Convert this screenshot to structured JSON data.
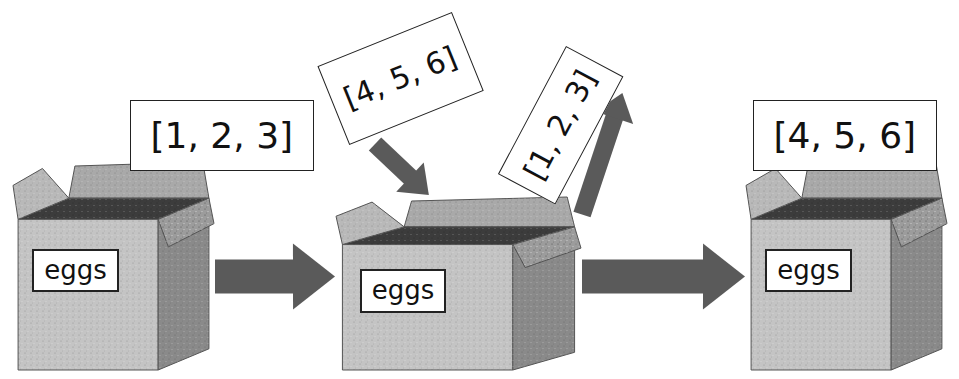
{
  "diagram": {
    "nodes": [
      {
        "text": [
          "[1, 2, 3]"
        ]
      },
      {
        "text": [
          "eggs"
        ]
      },
      {
        "text": [
          "[4, 5, 6]"
        ]
      },
      {
        "text": [
          "[1, 2, 3]"
        ]
      },
      {
        "text": [
          "eggs"
        ]
      },
      {
        "text": [
          "[4, 5, 6]"
        ]
      },
      {
        "text": [
          "eggs"
        ]
      }
    ],
    "edges": [
      {
        "from": 1,
        "to": 4,
        "arrow": "to"
      },
      {
        "from": 2,
        "to": 4,
        "arrow": "to"
      },
      {
        "from": 4,
        "to": 3,
        "arrow": "to"
      },
      {
        "from": 4,
        "to": 6,
        "arrow": "to"
      }
    ]
  }
}
